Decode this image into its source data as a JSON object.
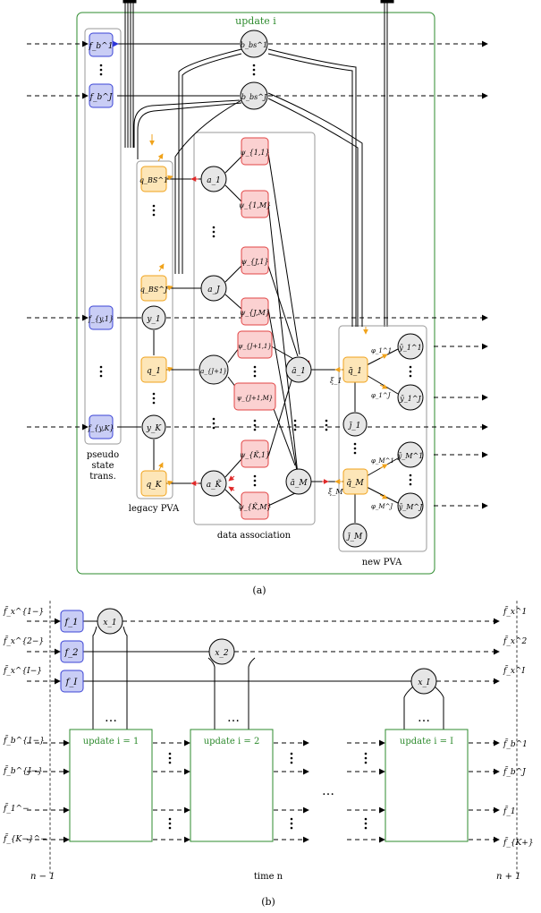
{
  "panel_a": {
    "update_title": "update i",
    "legacy_label": "legacy PVA",
    "da_label": "data association",
    "new_label": "new PVA",
    "pseudo_label": [
      "pseudo",
      "state",
      "trans."
    ],
    "caption": "(a)",
    "nodes": {
      "fb1": "f_b^1",
      "fbJ": "f_b^J",
      "fy1": "f_{y,1}",
      "fyK": "f_{y,K}",
      "bbs1": "b_bs^1",
      "bbsJ": "b_bs^J",
      "qbs1": "q_BS^1",
      "qbsJ": "q_BS^J",
      "q1": "q_1",
      "qK": "q_K",
      "y1": "y_1",
      "yK": "y_K",
      "a1": "a_1",
      "aJ": "a_J",
      "aJ1": "a_{J+1}",
      "aK": "a_K̃",
      "psi11": "ψ_{1,1}",
      "psi1M": "ψ_{1,M}",
      "psiJ1": "ψ_{J,1}",
      "psiJM": "ψ_{J,M}",
      "psiJ11": "ψ_{J+1,1}",
      "psiJ1M": "ψ_{J+1,M}",
      "psiK1": "ψ_{K̃,1}",
      "psiKM": "ψ_{K̃,M}",
      "abar1": "ā_1",
      "abarM": "ā_M",
      "qbar1": "q̄_1",
      "qbarM": "q̄_M",
      "jbar1": "j̄_1",
      "jbarM": "j̄_M",
      "ybar11": "ȳ_1^1",
      "ybar1J": "ȳ_1^J",
      "ybarM1": "ȳ_M^1",
      "ybarMJ": "ȳ_M^J",
      "xi1": "ξ_1",
      "xiM": "ξ_M",
      "phi11": "φ_1^1",
      "phi1J": "φ_1^J",
      "phiM1": "φ_M^1",
      "phiMJ": "φ_M^J"
    }
  },
  "panel_b": {
    "caption": "(b)",
    "time_left": "n − 1",
    "time_mid": "time n",
    "time_right": "n + 1",
    "updates": [
      "update i = 1",
      "update i = 2",
      "update i = I"
    ],
    "factors": [
      "f_1",
      "f_2",
      "f_I"
    ],
    "states": [
      "x_1",
      "x_2",
      "x_I"
    ],
    "left_inputs_top": [
      "f̃_x^{1−}",
      "f̃_x^{2−}",
      "f̃_x^{I−}"
    ],
    "right_outputs_top": [
      "f̃_x^1",
      "f̃_x^2",
      "f̃_x^I"
    ],
    "left_inputs_bottom": [
      "f̃_b^{1−}",
      "f̃_b^{J−}",
      "f̃_1^−",
      "f̃_{K−}^−"
    ],
    "right_outputs_bottom": [
      "f̃_b^1",
      "f̃_b^J",
      "f̃_1",
      "f̃_{K+}"
    ]
  }
}
